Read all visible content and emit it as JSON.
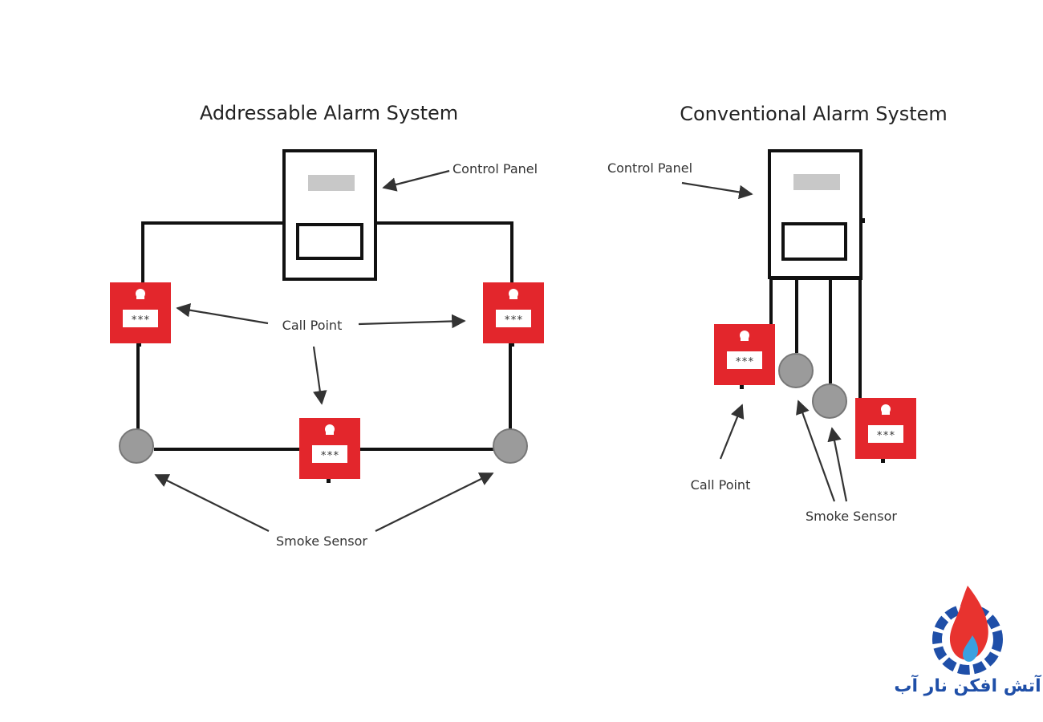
{
  "left": {
    "title": "Addressable Alarm System",
    "labels": {
      "control_panel": "Control Panel",
      "call_point": "Call Point",
      "smoke_sensor": "Smoke Sensor"
    }
  },
  "right": {
    "title": "Conventional Alarm System",
    "labels": {
      "control_panel": "Control Panel",
      "call_point": "Call Point",
      "smoke_sensor": "Smoke Sensor"
    }
  },
  "call_point_keypad": "***",
  "logo": {
    "text": "آتش افکن نار آب"
  },
  "colors": {
    "call_point_red": "#e3262c",
    "sensor_grey": "#9b9b9b",
    "panel_display_grey": "#c8c8c8",
    "wire": "#111111",
    "logo_blue": "#1f4fa8",
    "logo_red": "#e8332f"
  }
}
